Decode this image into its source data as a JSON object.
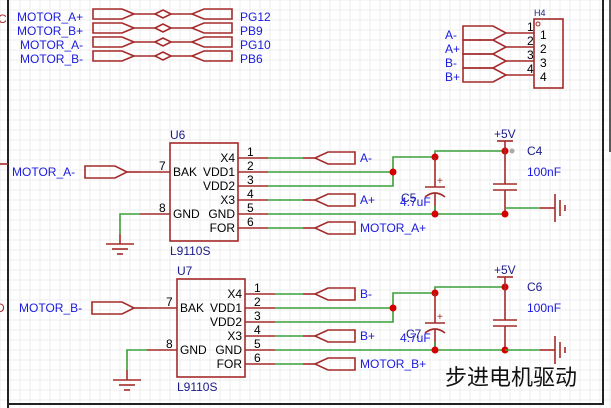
{
  "net_map": {
    "left_labels": [
      "MOTOR_A+",
      "MOTOR_B+",
      "MOTOR_A-",
      "MOTOR_B-"
    ],
    "right_labels": [
      "PG12",
      "PB9",
      "PG10",
      "PB6"
    ]
  },
  "connector": {
    "ref": "H4",
    "net_labels": [
      "A-",
      "A+",
      "B-",
      "B+"
    ],
    "pins": [
      "1",
      "2",
      "3",
      "4"
    ],
    "body_pins": [
      "1",
      "2",
      "3",
      "4"
    ]
  },
  "driver1": {
    "ref": "U6",
    "part": "L9110S",
    "input_label": "MOTOR_A-",
    "left_pins": [
      {
        "num": "7",
        "name": "BAK"
      },
      {
        "num": "8",
        "name": "GND"
      }
    ],
    "right_pins": [
      {
        "num": "1",
        "name": "X4"
      },
      {
        "num": "2",
        "name": "VDD1"
      },
      {
        "num": "3",
        "name": "VDD2"
      },
      {
        "num": "4",
        "name": "X3"
      },
      {
        "num": "5",
        "name": "GND"
      },
      {
        "num": "6",
        "name": "FOR"
      }
    ],
    "out_labels": [
      "A-",
      "A+",
      "MOTOR_A+"
    ],
    "power": "+5V",
    "cap_bulk": {
      "ref": "C5",
      "value": "4.7uF"
    },
    "cap_decouple": {
      "ref": "C4",
      "value": "100nF"
    }
  },
  "driver2": {
    "ref": "U7",
    "part": "L9110S",
    "input_label": "MOTOR_B-",
    "left_pins": [
      {
        "num": "7",
        "name": "BAK"
      },
      {
        "num": "8",
        "name": "GND"
      }
    ],
    "right_pins": [
      {
        "num": "1",
        "name": "X4"
      },
      {
        "num": "2",
        "name": "VDD1"
      },
      {
        "num": "3",
        "name": "VDD2"
      },
      {
        "num": "4",
        "name": "X3"
      },
      {
        "num": "5",
        "name": "GND"
      },
      {
        "num": "6",
        "name": "FOR"
      }
    ],
    "out_labels": [
      "B-",
      "B+",
      "MOTOR_B+"
    ],
    "power": "+5V",
    "cap_bulk": {
      "ref": "C7",
      "value": "4.7uF"
    },
    "cap_decouple": {
      "ref": "C6",
      "value": "100nF"
    }
  },
  "edge_fragments": {
    "top": "C",
    "bottom": "D"
  },
  "section_title": "步进电机驱动"
}
